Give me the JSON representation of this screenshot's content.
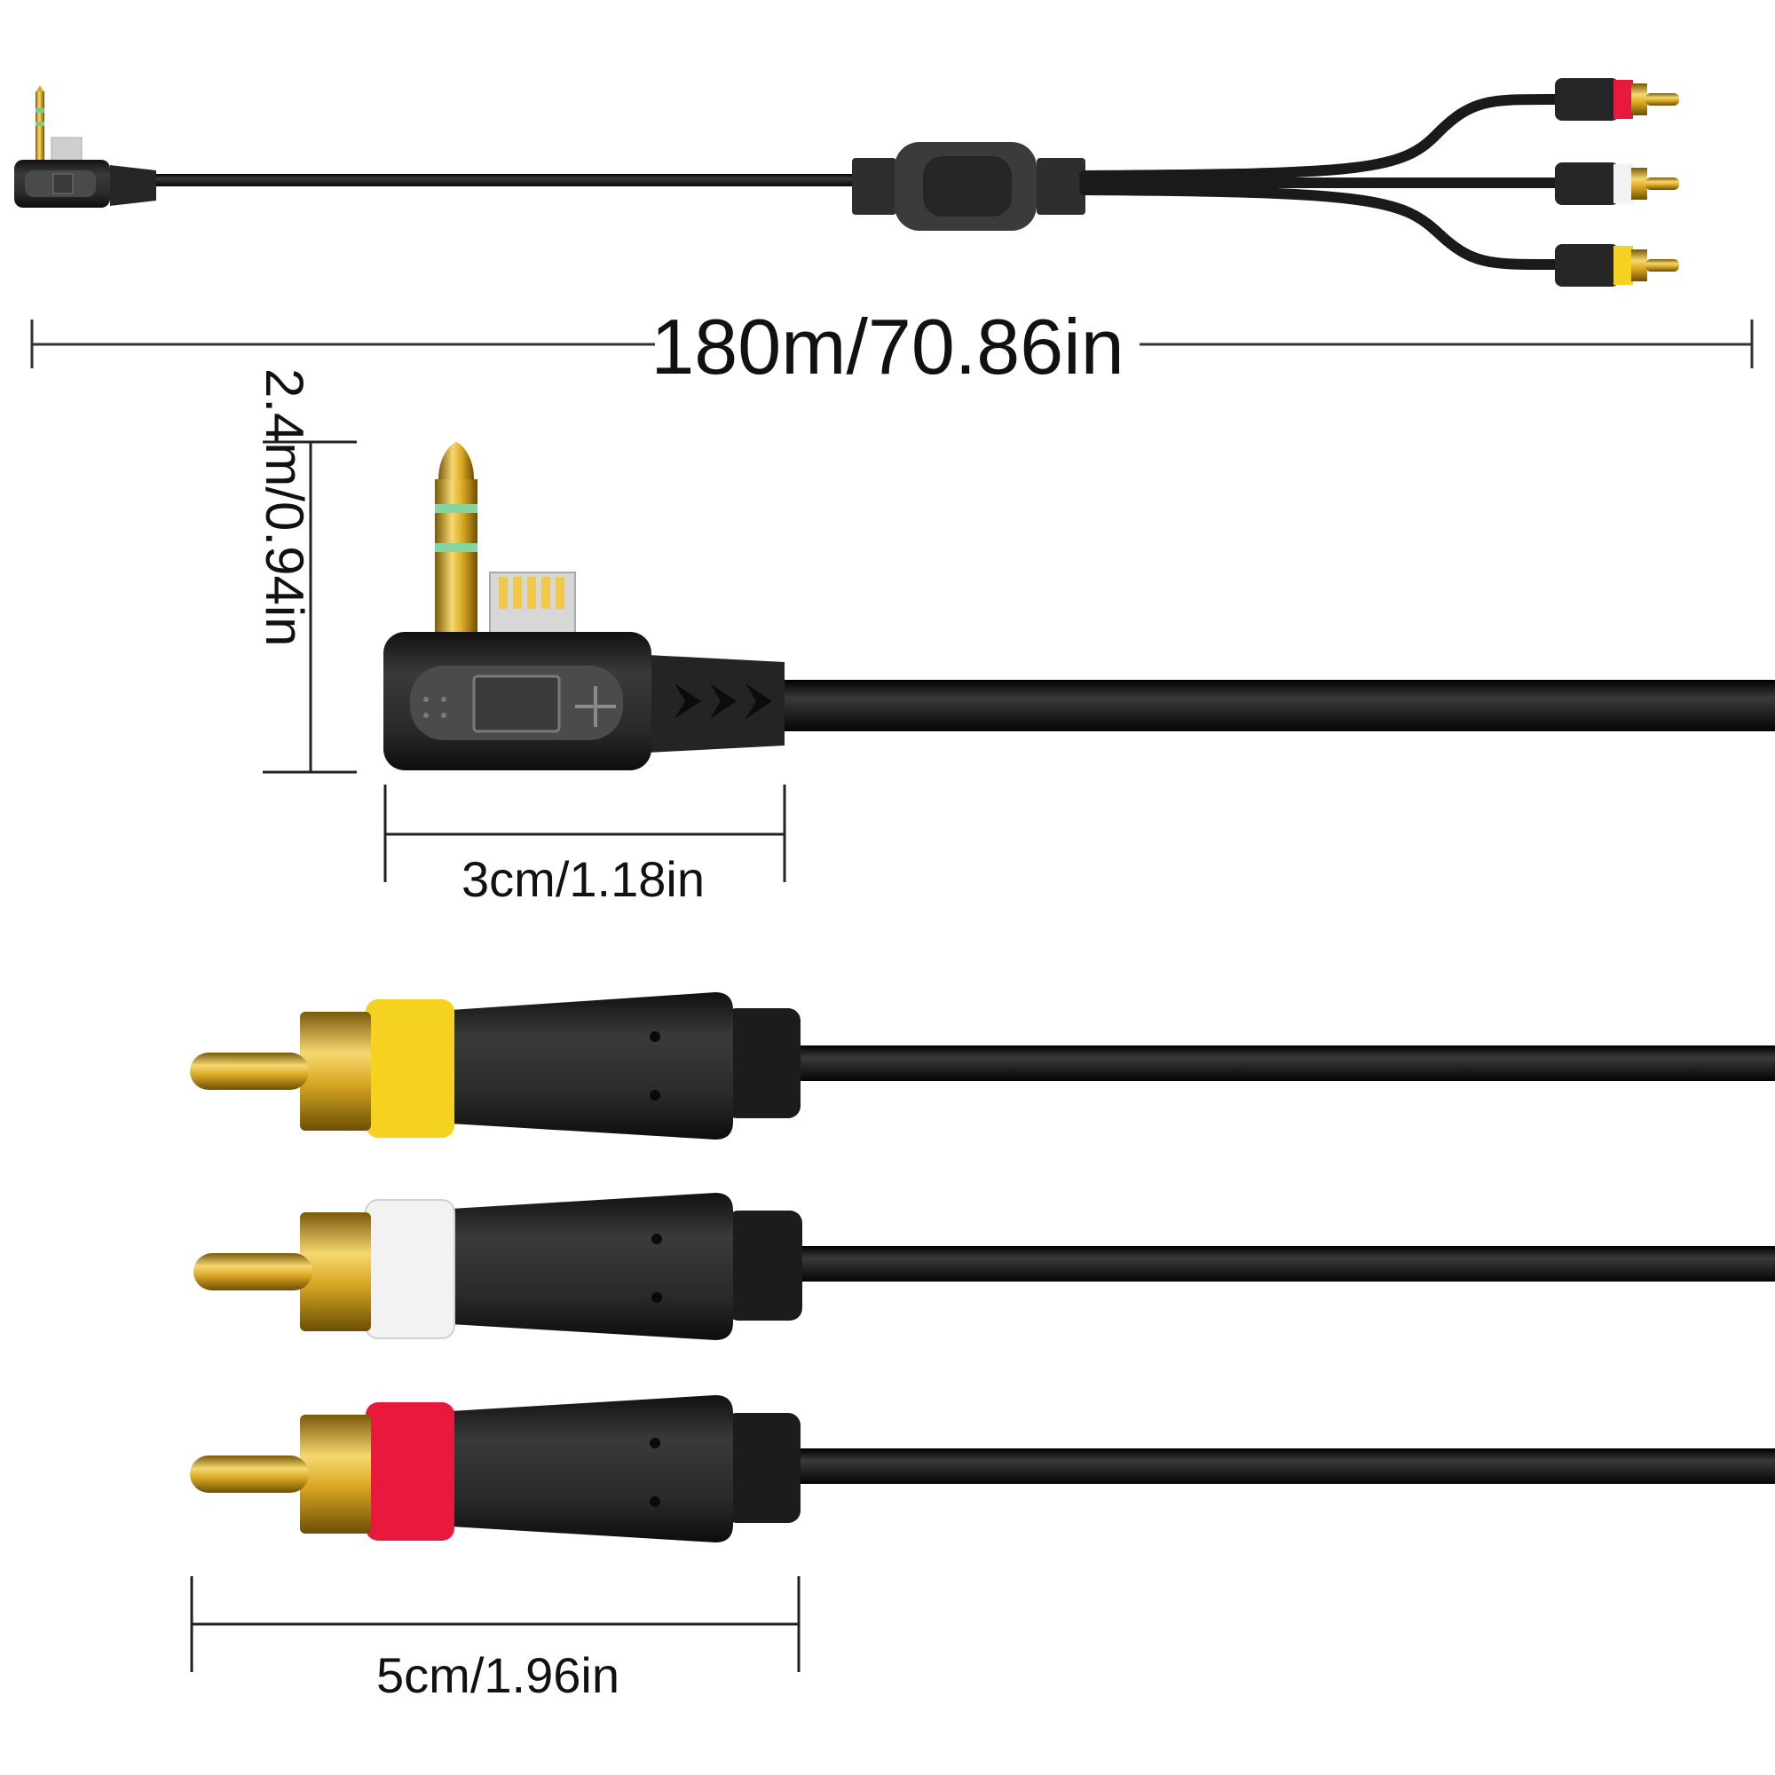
{
  "dimensions": {
    "total_length": "180m/70.86in",
    "plug_height": "2.4m/0.94in",
    "plug_width": "3cm/1.18in",
    "rca_length": "5cm/1.96in"
  },
  "colors": {
    "background": "#ffffff",
    "cable": "#1a1a1a",
    "connector_body": "#2b2b2b",
    "gold": "#d9a823",
    "rca_yellow": "#f4d21f",
    "rca_white": "#f2f2f2",
    "rca_red": "#e8193c",
    "contact_silver": "#d9d9d9"
  },
  "rca_plugs": [
    {
      "color_name": "yellow",
      "color": "#f4d21f"
    },
    {
      "color_name": "white",
      "color": "#f2f2f2"
    },
    {
      "color_name": "red",
      "color": "#e8193c"
    }
  ]
}
